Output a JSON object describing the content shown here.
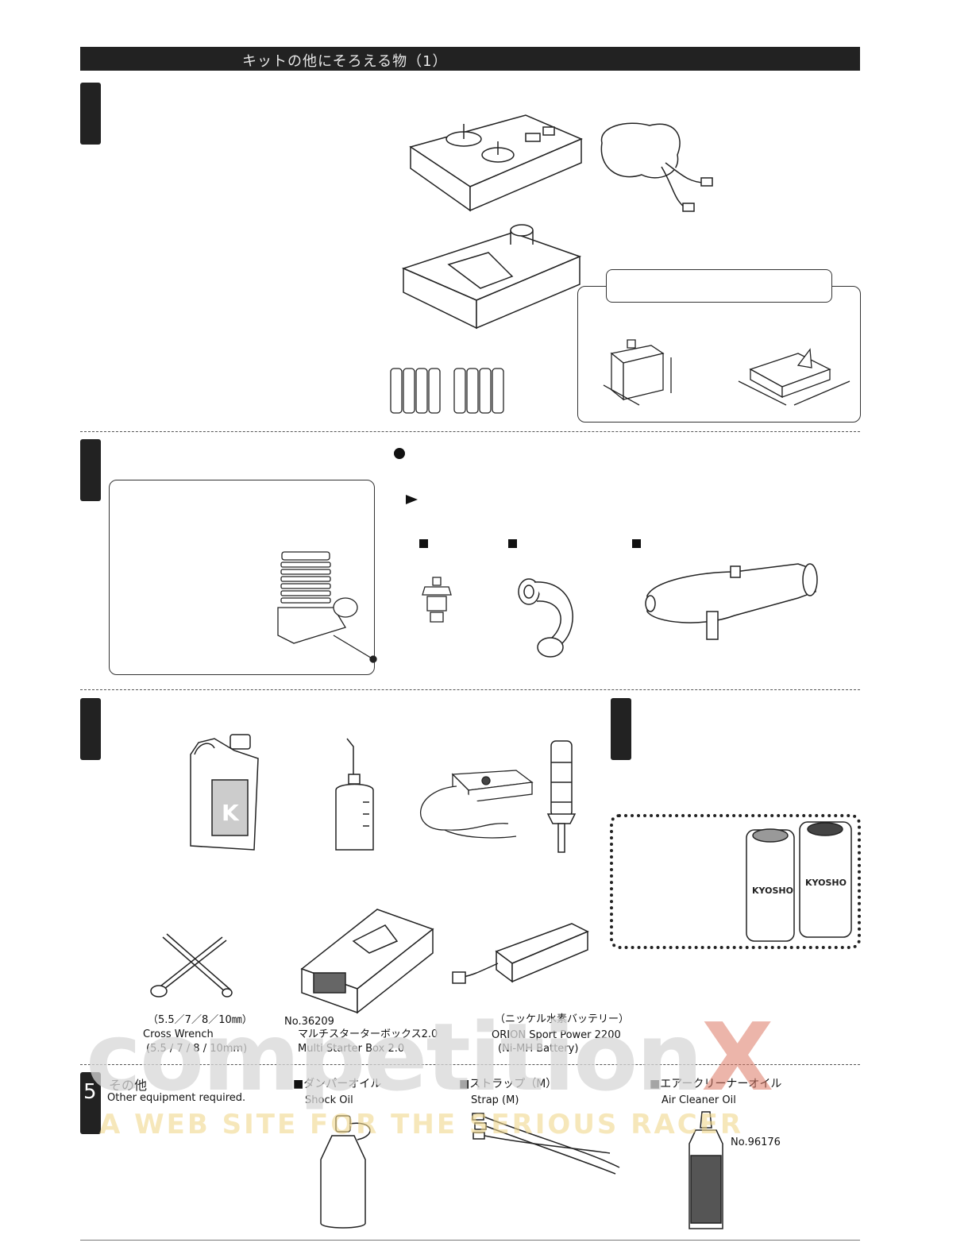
{
  "header": {
    "title": "キットの他にそろえる物（1）"
  },
  "section_tabs": [
    {
      "label": ""
    },
    {
      "label": ""
    },
    {
      "label": ""
    },
    {
      "label": ""
    },
    {
      "label": "5"
    }
  ],
  "section3": {
    "items": [
      {
        "jp": "（5.5／7／8／10㎜）",
        "en1": "Cross Wrench",
        "en2": "(5.5 / 7 / 8 / 10mm)"
      },
      {
        "no": "No.36209",
        "jp": "マルチスターターボックス2.0",
        "en": "Multi Starter Box 2.0"
      },
      {
        "jp": "（ニッケル水素バッテリー）",
        "en1": "ORION Sport Power 2200",
        "en2": "(Ni-MH Battery)"
      }
    ]
  },
  "section5": {
    "number": "5",
    "title_jp": "その他",
    "title_en": "Other equipment required.",
    "items": [
      {
        "jp": "■ダンパーオイル",
        "en": "Shock Oil"
      },
      {
        "jp": "■ストラップ（M）",
        "en": "Strap (M)"
      },
      {
        "jp": "■エアークリーナーオイル",
        "en": "Air Cleaner Oil",
        "no": "No.96176"
      }
    ]
  },
  "watermark": {
    "line1": "competition",
    "line1_x": "X",
    "line2": "A WEB SITE    FOR THE SERIOUS RACER"
  },
  "colors": {
    "title_bar": "#222222",
    "watermark_grey": "#d7d7d7",
    "watermark_red": "#dc7864",
    "watermark_gold": "#f0d78c"
  }
}
